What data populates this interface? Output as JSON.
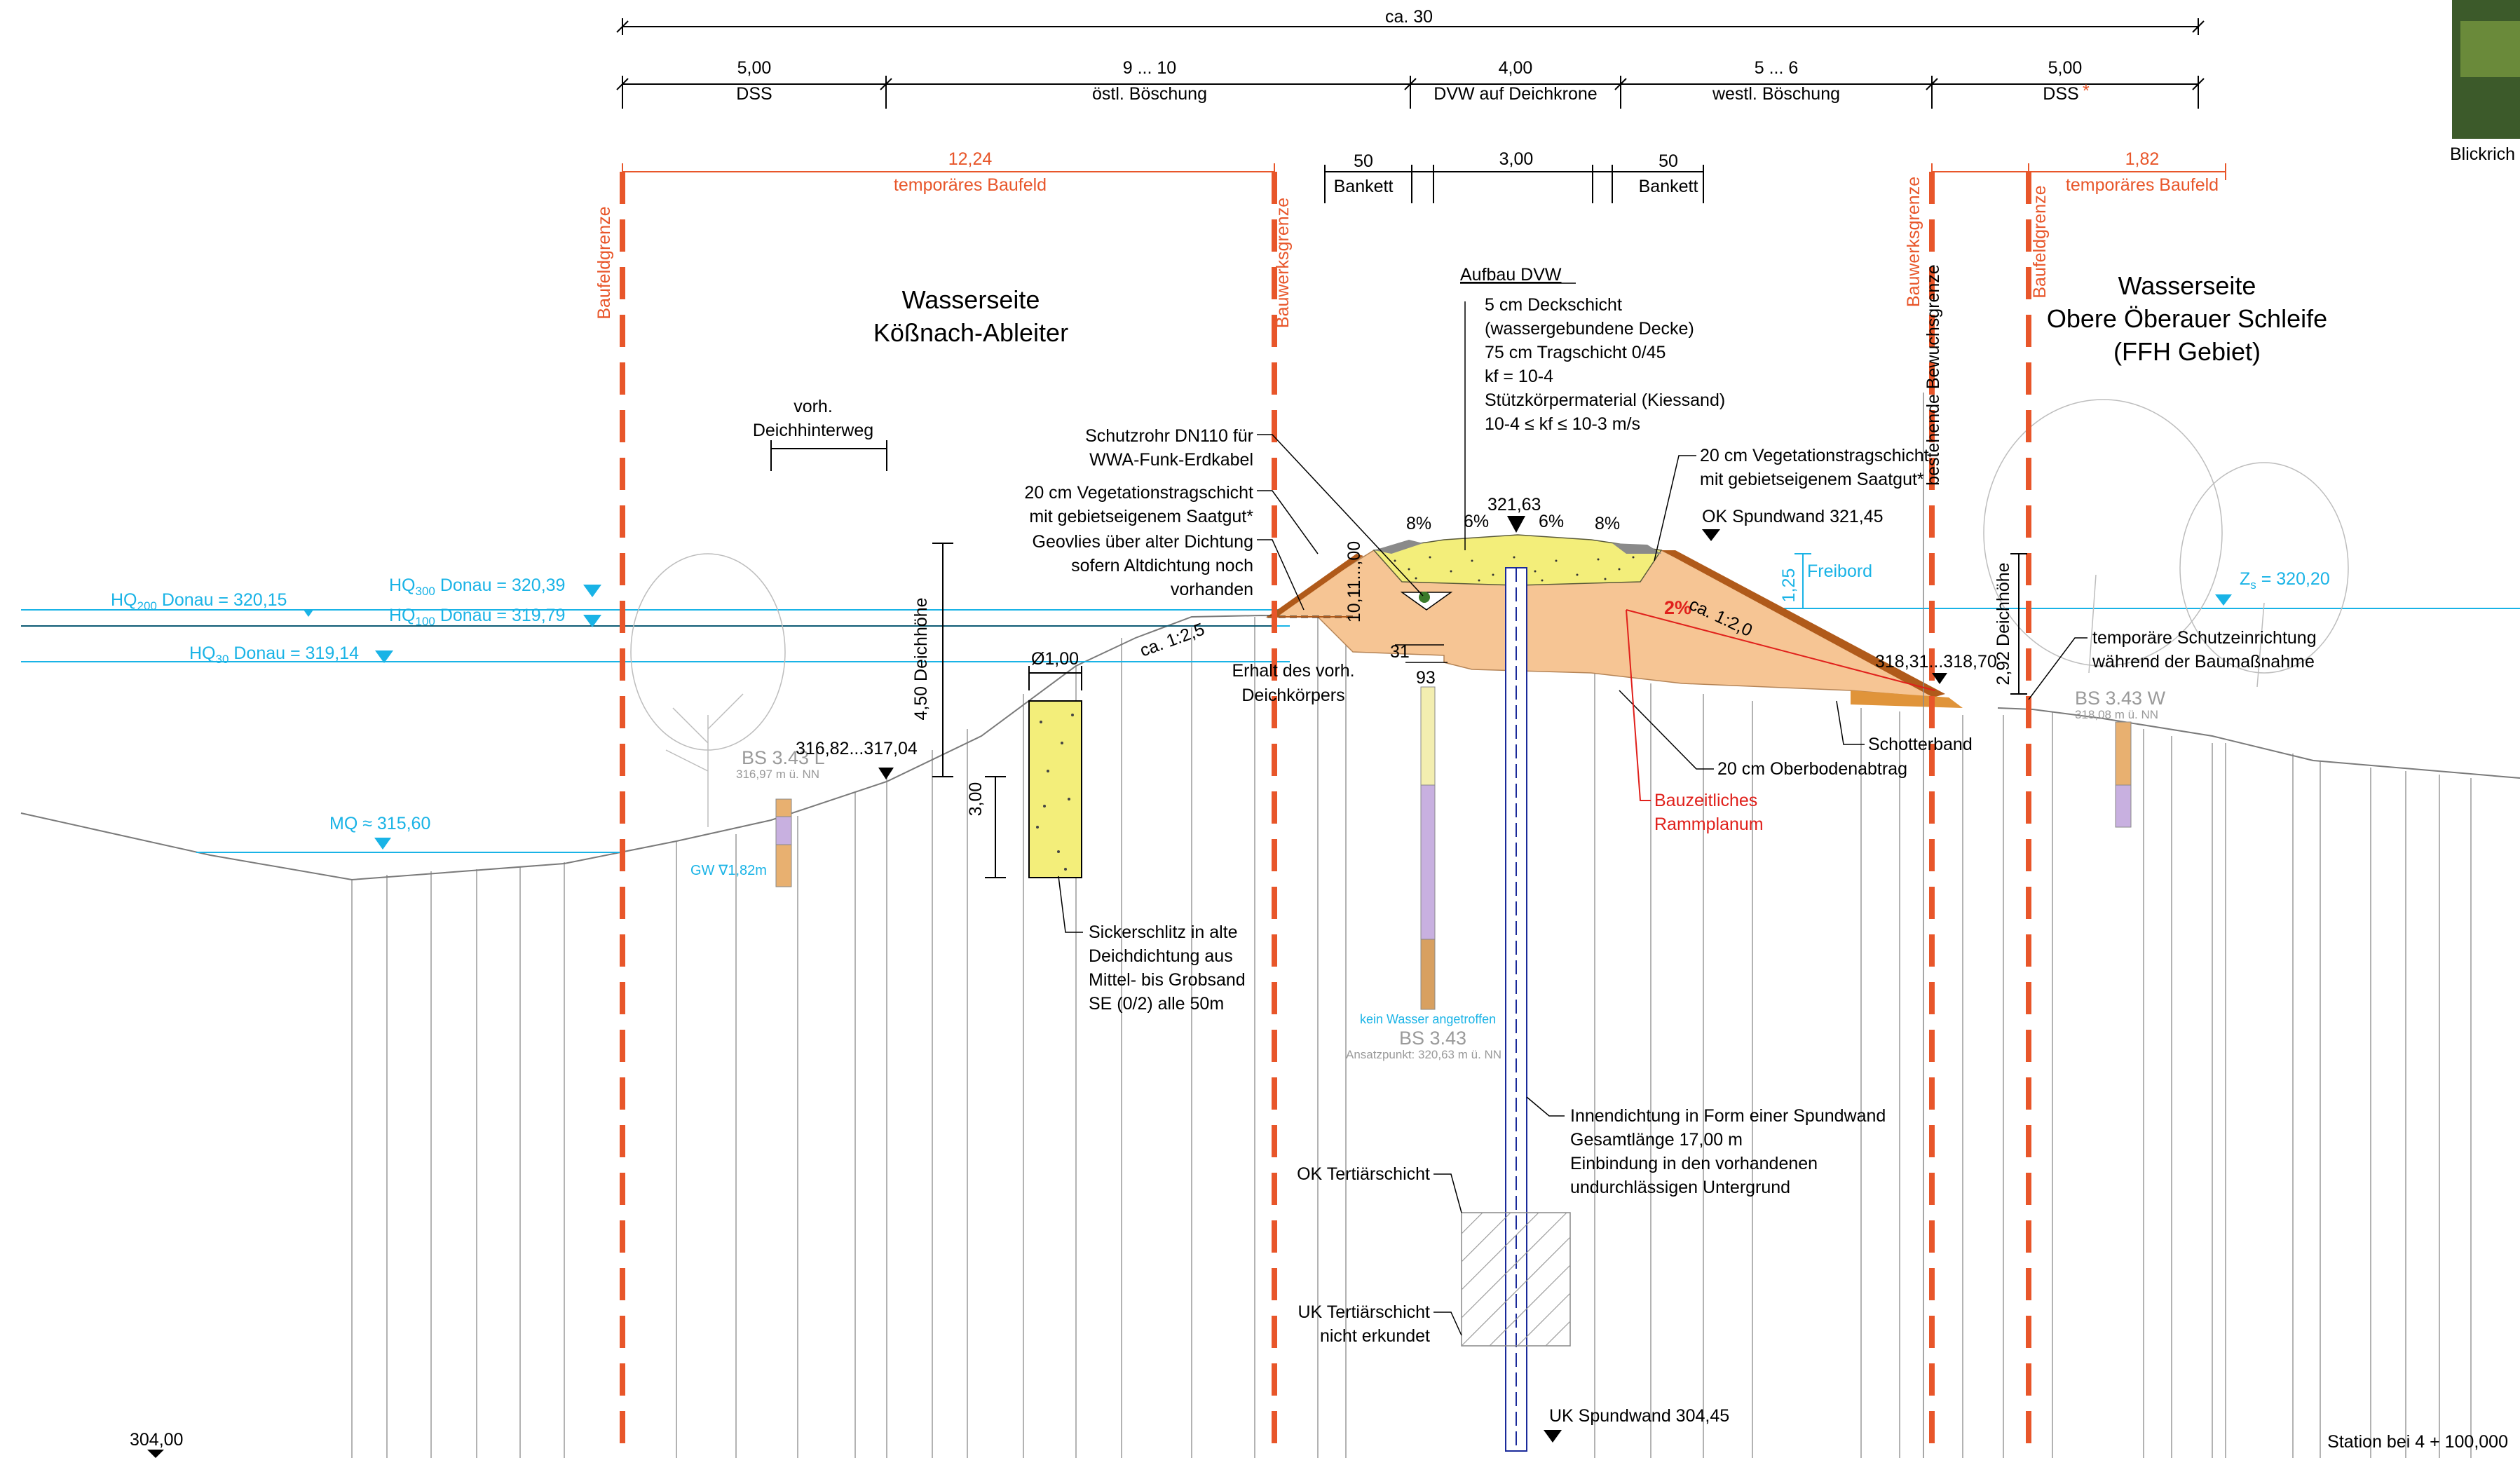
{
  "dimensions": {
    "overall": "ca. 30",
    "top_row": [
      {
        "value": "5,00",
        "label": "DSS"
      },
      {
        "value": "9 ... 10",
        "label": "östl. Böschung"
      },
      {
        "value": "4,00",
        "label": "DVW auf Deichkrone"
      },
      {
        "value": "5 ... 6",
        "label": "westl. Böschung"
      },
      {
        "value": "5,00",
        "label": "DSS",
        "mark": "*"
      }
    ],
    "bankett_left": {
      "value": "50",
      "label": "Bankett"
    },
    "crown_width": "3,00",
    "bankett_right": {
      "value": "50",
      "label": "Bankett"
    },
    "baufeld_left": {
      "value": "12,24",
      "label": "temporäres Baufeld"
    },
    "baufeld_right": {
      "value": "1,82",
      "label": "temporäres Baufeld"
    }
  },
  "boundaries": {
    "baufeldgrenze": "Baufeldgrenze",
    "bauwerksgrenze": "Bauwerksgrenze",
    "bewuchsgrenze": "bestehende Bewuchsgrenze"
  },
  "titles": {
    "left": [
      "Wasserseite",
      "Kößnach-Ableiter"
    ],
    "right": [
      "Wasserseite",
      "Obere Öberauer Schleife",
      "(FFH Gebiet)"
    ]
  },
  "top_right_caption": "Blickrich",
  "water_levels": {
    "hq200": {
      "prefix": "HQ",
      "sub": "200",
      "text": " Donau = 320,15"
    },
    "hq300": {
      "prefix": "HQ",
      "sub": "300",
      "text": " Donau = 320,39"
    },
    "hq100": {
      "prefix": "HQ",
      "sub": "100",
      "text": " Donau = 319,79"
    },
    "hq30": {
      "prefix": "HQ",
      "sub": "30",
      "text": " Donau = 319,14"
    },
    "mq": "MQ ≈ 315,60",
    "zs": {
      "prefix": "Z",
      "sub": "s",
      "text": " = 320,20"
    },
    "freibord": "Freibord",
    "freibord_value": "1,25",
    "gw": "GW ∇1,82m"
  },
  "annotations": {
    "vorh_deichhinterweg": [
      "vorh.",
      "Deichhinterweg"
    ],
    "deichhoehe_left": "4,50 Deichhöhe",
    "deichhoehe_right": "2,92 Deichhöhe",
    "dia": "Ø1,00",
    "slope_left": "ca. 1:2,5",
    "slope_right": "ca. 1:2,0",
    "height_300": "3,00",
    "elev_left": "316,82...317,04",
    "elev_right": "318,31...318,70",
    "crown_elev": "321,63",
    "ok_spundwand": "OK Spundwand 321,45",
    "uk_spundwand": "UK Spundwand 304,45",
    "pct_8a": "8%",
    "pct_6a": "6%",
    "pct_6b": "6%",
    "pct_8b": "8%",
    "pct_2": "2%",
    "dim_1000": "10,11...,00",
    "dim_31": "31",
    "dim_93": "93",
    "left_level": "304,00",
    "station": "Station bei 4 + 100,000",
    "aufbau_title": "Aufbau DVW",
    "aufbau_lines": [
      "5 cm Deckschicht",
      "(wassergebundene Decke)",
      "75 cm Tragschicht 0/45",
      "kf = 10-4",
      "Stützkörpermaterial (Kiessand)",
      "10-4 ≤ kf ≤ 10-3 m/s"
    ],
    "schutzrohr": [
      "Schutzrohr DN110 für",
      "WWA-Funk-Erdkabel"
    ],
    "veg_left": [
      "20 cm Vegetationstragschicht",
      "mit gebietseigenem Saatgut*"
    ],
    "geovlies": [
      "Geovlies über alter Dichtung",
      "sofern Altdichtung noch",
      "vorhanden"
    ],
    "veg_right": [
      "20 cm Vegetationstragschicht",
      "mit gebietseigenem Saatgut*"
    ],
    "erhalt": [
      "Erhalt des vorh.",
      "Deichkörpers"
    ],
    "oberboden": "20 cm Oberbodenabtrag",
    "schotterband": "Schotterband",
    "rammplanum": [
      "Bauzeitliches",
      "Rammplanum"
    ],
    "schutzeinrichtung": [
      "temporäre Schutzeinrichtung",
      "während der Baumaßnahme"
    ],
    "sickerschlitz": [
      "Sickerschlitz in alte",
      "Deichdichtung aus",
      "Mittel- bis Grobsand",
      "SE (0/2) alle 50m"
    ],
    "innendichtung": [
      "Innendichtung in Form einer Spundwand",
      "Gesamtlänge 17,00 m",
      "Einbindung in den vorhandenen",
      "undurchlässigen Untergrund"
    ],
    "ok_tertiaer": "OK Tertiärschicht",
    "uk_tertiaer": [
      "UK Tertiärschicht",
      "nicht erkundet"
    ]
  },
  "boreholes": {
    "bs_left": {
      "name": "BS 3.43 L",
      "elev": "316,97 m ü. NN"
    },
    "bs_mid": {
      "name": "BS 3.43",
      "note": "kein Wasser angetroffen",
      "elev": "Ansatzpunkt: 320,63 m ü. NN"
    },
    "bs_right": {
      "name": "BS 3.43 W",
      "elev": "318,08 m ü. NN"
    }
  },
  "colors": {
    "boundary": "#e8562a",
    "water": "#19b3e6",
    "topsoil": "#b05a1a",
    "dam_core": "#f6c594",
    "gravel": "#f3ee7a",
    "rammplanum": "#e0201b"
  }
}
